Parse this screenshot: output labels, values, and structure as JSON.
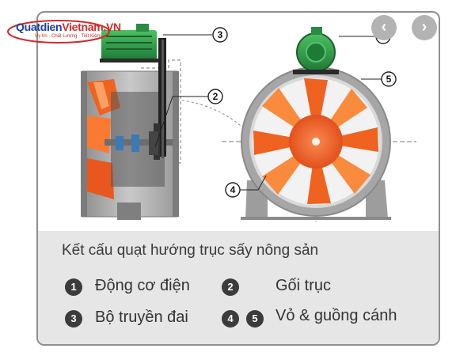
{
  "logo": {
    "brand_part1": "Quatdien",
    "brand_part2": "Vietnam.VN",
    "tagline": "Uy tín · Chất Lượng · Tiết Kiệm"
  },
  "navigation": {
    "prev_icon": "chevron-left-icon",
    "next_icon": "chevron-right-icon",
    "prev_glyph": "‹",
    "next_glyph": "›"
  },
  "diagram": {
    "callouts": [
      "3",
      "2",
      "1",
      "5",
      "4"
    ]
  },
  "legend": {
    "title": "Kết cấu quạt hướng trục sấy nông sản",
    "items": [
      {
        "number": "1",
        "label": "Động cơ điện"
      },
      {
        "number": "2",
        "label": "Gối trục"
      },
      {
        "number": "3",
        "label": "Bộ truyền đai"
      },
      {
        "number_a": "4",
        "number_b": "5",
        "label": "Vỏ & guồng cánh"
      }
    ]
  },
  "colors": {
    "blade_orange": "#f0621f",
    "blade_light": "#fa9a52",
    "motor_green": "#2f9b4a",
    "housing_gray": "#9c9c9c",
    "legend_bg": "#e6e6e6"
  }
}
